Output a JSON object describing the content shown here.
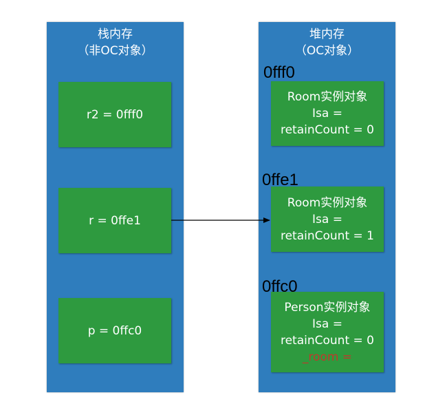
{
  "stack": {
    "title_line1": "栈内存",
    "title_line2": "（非OC对象）",
    "cells": [
      {
        "label": "r2 = 0fff0"
      },
      {
        "label": "r = 0ffe1"
      },
      {
        "label": "p = 0ffc0"
      }
    ]
  },
  "heap": {
    "title_line1": "堆内存",
    "title_line2": "（OC对象）",
    "objects": [
      {
        "address": "0fff0",
        "name": "Room实例对象",
        "isa": "Isa =",
        "retain": "retainCount = 0"
      },
      {
        "address": "0ffe1",
        "name": "Room实例对象",
        "isa": "Isa =",
        "retain": "retainCount = 1"
      },
      {
        "address": "0ffc0",
        "name": "Person实例对象",
        "isa": "Isa =",
        "retain": "retainCount = 0",
        "room_field": "_room ="
      }
    ]
  },
  "colors": {
    "column": "#2f7dbd",
    "cell": "#2e9a3f",
    "text": "#ffffff",
    "address": "#000000",
    "room_field": "#c0392b",
    "arrow": "#000000"
  }
}
